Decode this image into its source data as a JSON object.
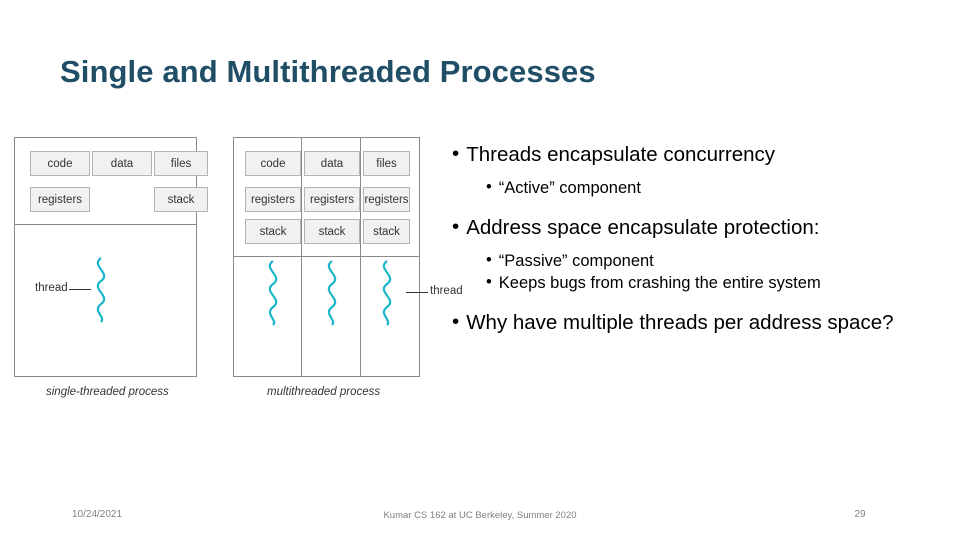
{
  "slide": {
    "title": "Single and Multithreaded Processes",
    "accent_color": "#1F4E66"
  },
  "diagram": {
    "single": {
      "caption": "single-threaded process",
      "cells": [
        "code",
        "data",
        "files",
        "registers",
        "stack"
      ],
      "thread_label": "thread"
    },
    "multi": {
      "caption": "multithreaded process",
      "top_cells": [
        "code",
        "data",
        "files"
      ],
      "registers_cells": [
        "registers",
        "registers",
        "registers"
      ],
      "stack_cells": [
        "stack",
        "stack",
        "stack"
      ],
      "thread_label": "thread"
    }
  },
  "bullets": [
    {
      "level": 1,
      "text": "Threads encapsulate concurrency"
    },
    {
      "level": 2,
      "text": "“Active” component"
    },
    {
      "level": 1,
      "text": "Address space encapsulate protection:"
    },
    {
      "level": 2,
      "text": "“Passive” component"
    },
    {
      "level": 2,
      "text": "Keeps bugs from crashing the entire system"
    },
    {
      "level": 1,
      "text": "Why have multiple threads per address space?"
    }
  ],
  "footer": {
    "date": "10/24/2021",
    "center": "Kumar CS 162 at UC Berkeley, Summer 2020",
    "page": "29"
  }
}
